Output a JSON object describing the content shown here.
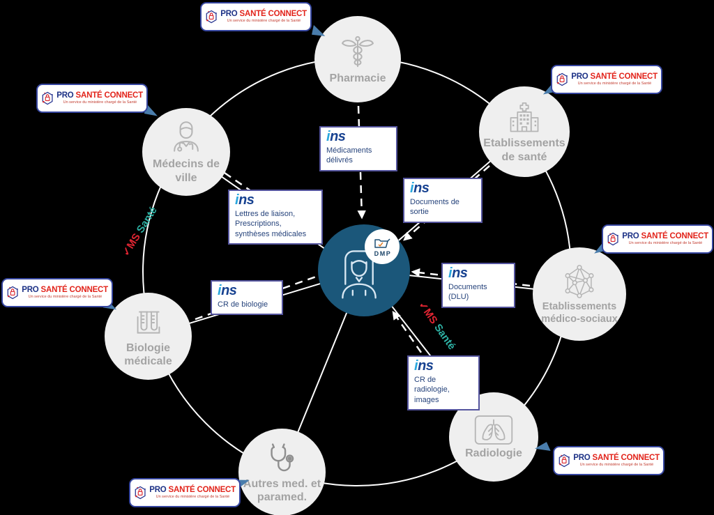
{
  "center": {
    "badge_label": "DMP"
  },
  "nodes": [
    {
      "id": "pharmacie",
      "label": "Pharmacie",
      "icon": "caduceus-icon"
    },
    {
      "id": "medecins-de-ville",
      "label": "Médecins de ville",
      "icon": "doctor-icon"
    },
    {
      "id": "etablissements-de-sante",
      "label": "Etablissements de santé",
      "icon": "hospital-icon"
    },
    {
      "id": "etablissements-medico-sociaux",
      "label": "Etablissements médico-sociaux",
      "icon": "network-icon"
    },
    {
      "id": "biologie-medicale",
      "label": "Biologie médicale",
      "icon": "test-tubes-icon"
    },
    {
      "id": "radiologie",
      "label": "Radiologie",
      "icon": "lungs-icon"
    },
    {
      "id": "autres-med-et-paramed",
      "label": "Autres med. et paramed.",
      "icon": "stethoscope-icon"
    }
  ],
  "ins_logo": {
    "i": "i",
    "ns": "ns"
  },
  "ins_boxes": [
    {
      "text": "Médicaments délivrés"
    },
    {
      "text": "Documents de sortie"
    },
    {
      "text": "Lettres de liaison, Prescriptions, synthèses médicales"
    },
    {
      "text": "Documents (DLU)"
    },
    {
      "text": "CR de biologie"
    },
    {
      "text": "CR de radiologie, images"
    }
  ],
  "psc_badge": {
    "pro": "PRO",
    "sante": "SANTÉ",
    "connect": "CONNECT",
    "subtitle": "Un service du ministère chargé de la Santé"
  },
  "ms_sante": {
    "check": "✓",
    "ms": "MS",
    "sante": "Santé"
  },
  "colors": {
    "background": "#000000",
    "center_circle": "#1b577a",
    "node_circle": "#efefef",
    "node_text": "#a3a3a3",
    "ins_border": "#54549e",
    "ins_i": "#2ba7dd",
    "ins_ns": "#164190",
    "ins_text": "#26437b",
    "psc_border": "#3646a0",
    "psc_pro": "#1d3286",
    "psc_red": "#e2231a",
    "badge_tail": "#4a7dac",
    "ms_red": "#e02532",
    "ms_teal": "#2eb1a4",
    "lines": "#ffffff"
  }
}
